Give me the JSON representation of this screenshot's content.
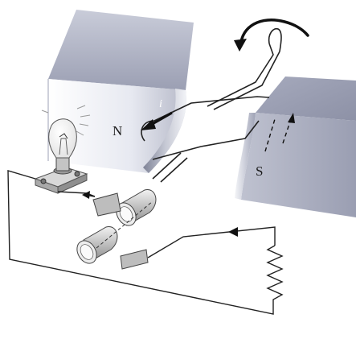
{
  "labels": {
    "north_pole": "N",
    "south_pole": "S",
    "current": "i"
  },
  "colors": {
    "magnet_light": "#eef0f5",
    "magnet_mid": "#b9bccb",
    "magnet_dark": "#8a8ea3",
    "wire": "#222222",
    "background": "#ffffff"
  },
  "icons": {
    "bulb": "light-bulb-icon",
    "resistor": "resistor-icon",
    "rotation": "curved-arrow-icon"
  }
}
